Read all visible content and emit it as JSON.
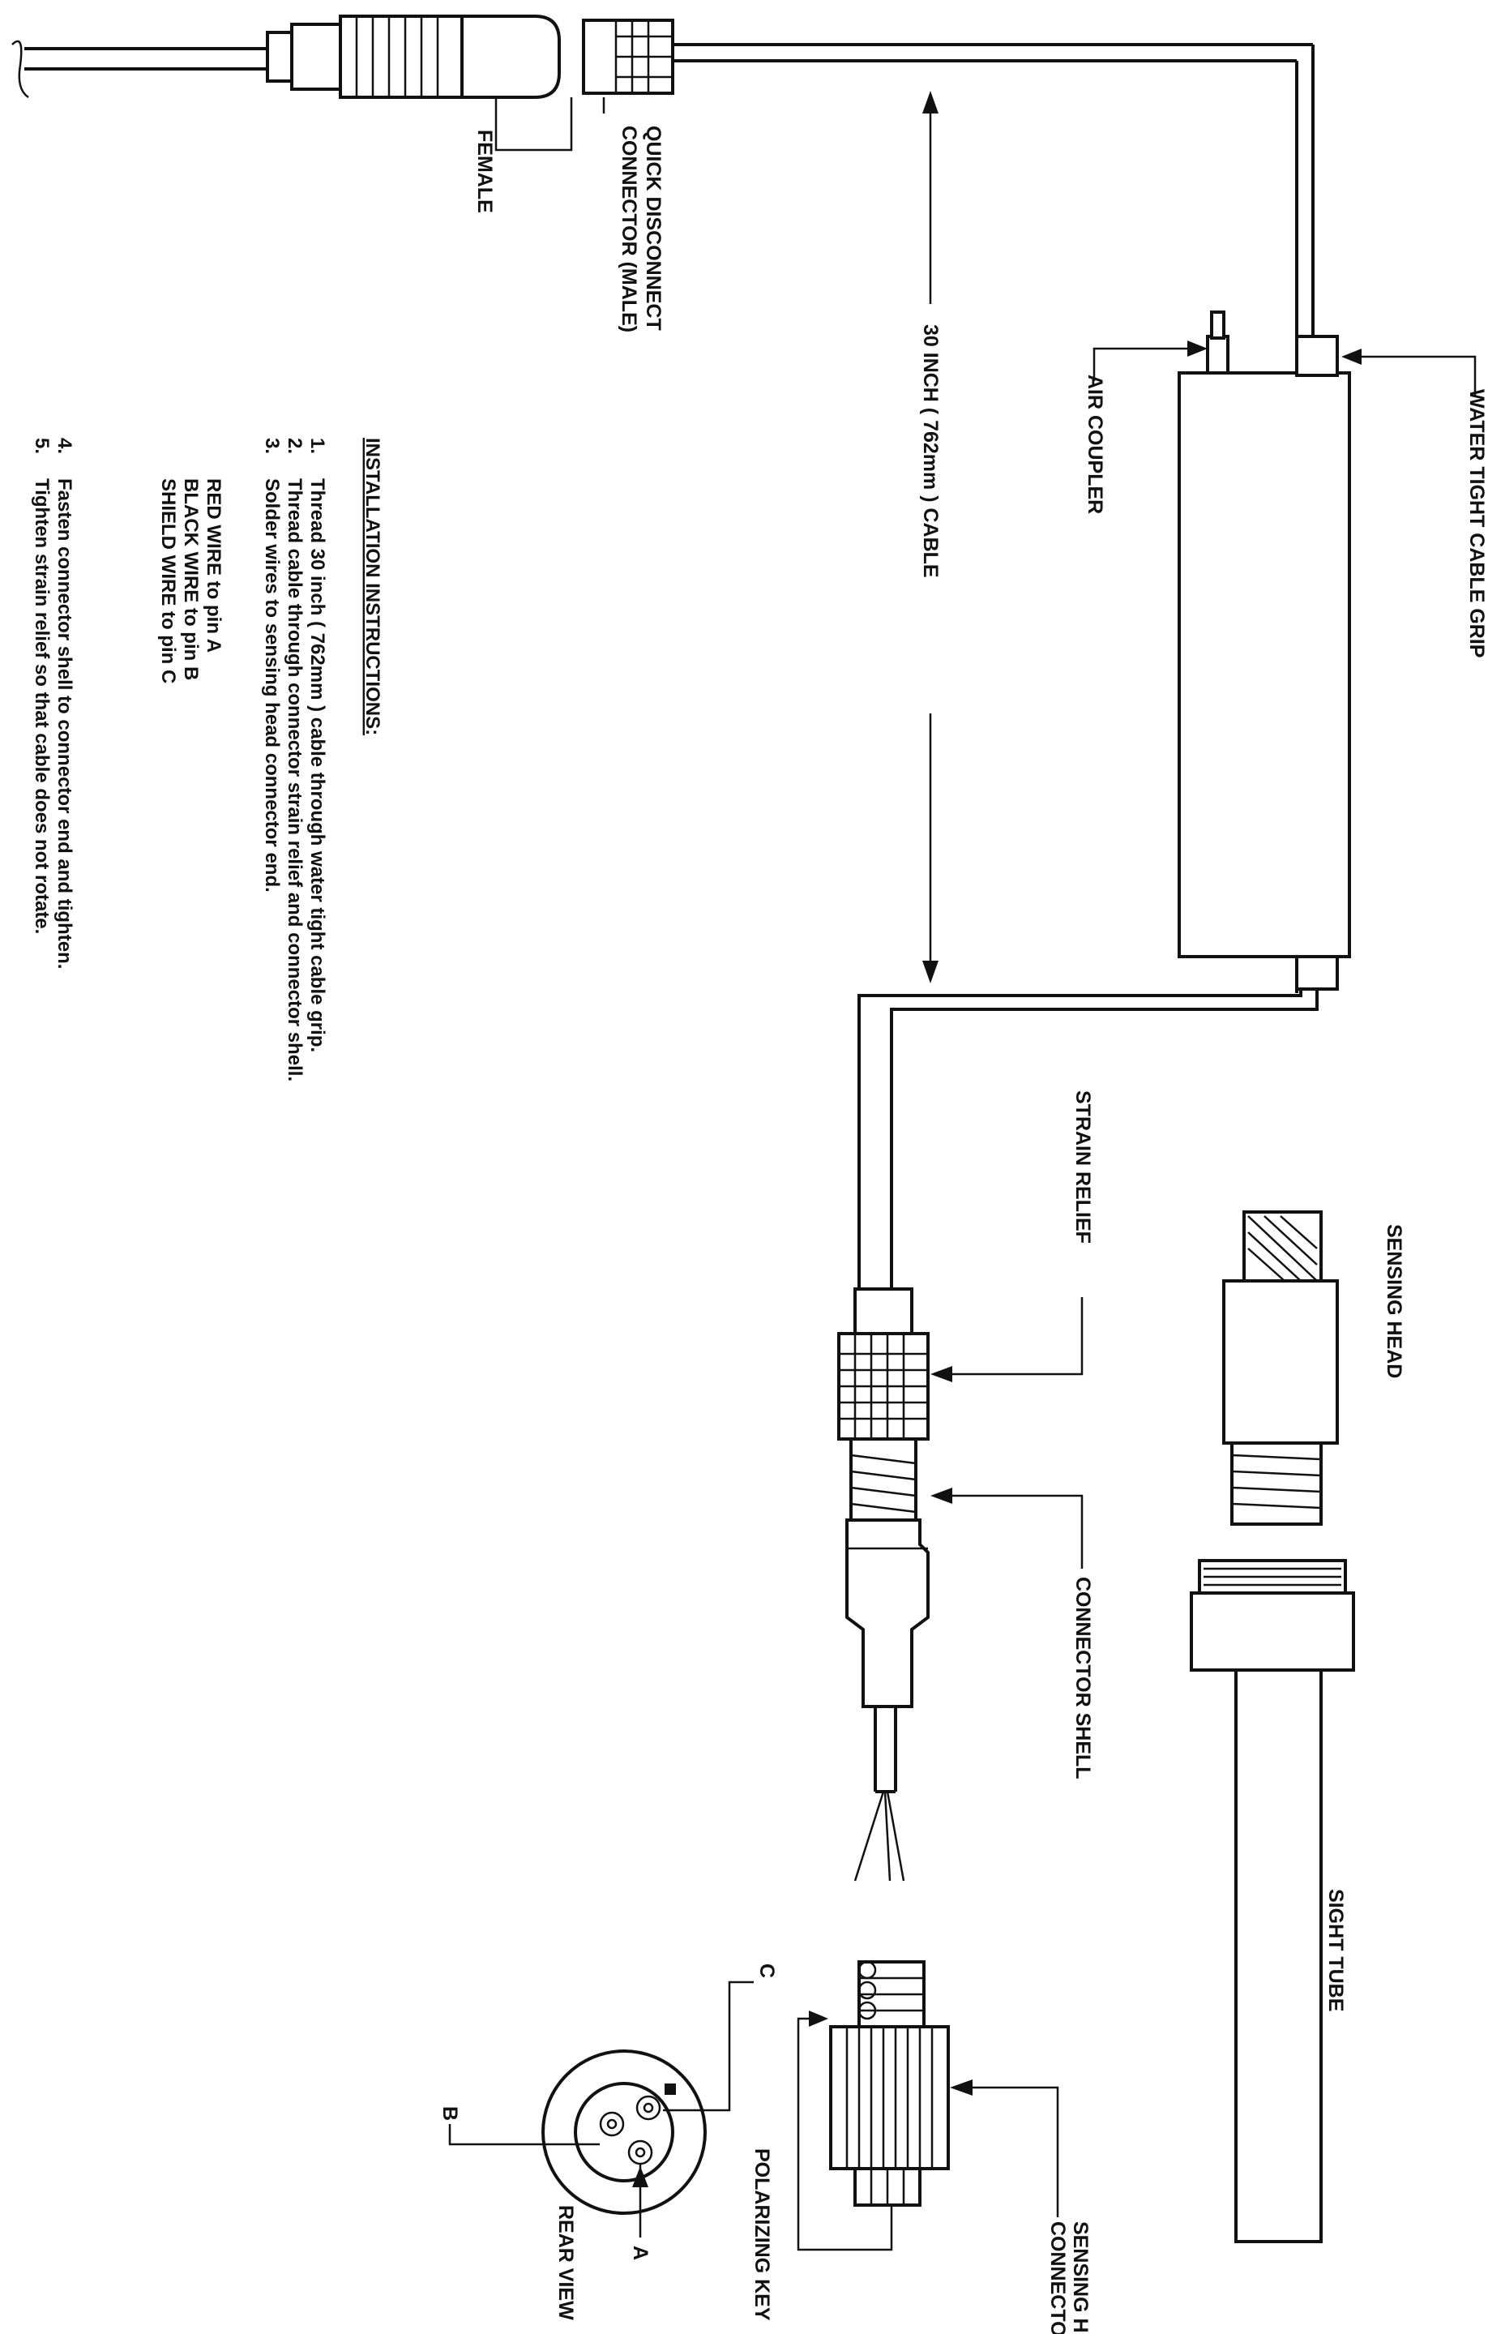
{
  "callouts": {
    "water_tight_cable_grip": "WATER TIGHT CABLE GRIP",
    "air_coupler": "AIR COUPLER",
    "cable_length": "30 INCH ( 762mm ) CABLE",
    "quick_disconnect_line1": "QUICK DISCONNECT",
    "quick_disconnect_line2": "CONNECTOR (MALE)",
    "female": "FEMALE",
    "strain_relief": "STRAIN RELIEF",
    "connector_shell": "CONNECTOR SHELL",
    "sensing_head": "SENSING HEAD",
    "sight_tube": "SIGHT TUBE",
    "sensing_head_connector_line1": "SENSING HEAD",
    "sensing_head_connector_line2": "CONNECTOR END",
    "polarizing_key": "POLARIZING KEY",
    "rear_view": "REAR VIEW",
    "pin_a": "A",
    "pin_b": "B",
    "pin_c": "C"
  },
  "instructions": {
    "heading": "INSTALLATION INSTRUCTIONS:",
    "steps": [
      {
        "num": "1.",
        "text": "Thread 30 inch ( 762mm ) cable through water tight cable grip."
      },
      {
        "num": "2.",
        "text": "Thread cable through connector strain relief and connector shell."
      },
      {
        "num": "3.",
        "text": "Solder wires to sensing head connector end."
      }
    ],
    "wiring": [
      "RED WIRE to pin A",
      "BLACK WIRE to pin B",
      "SHIELD WIRE to pin C"
    ],
    "later_steps": [
      {
        "num": "4.",
        "text": "Fasten connector shell to connector end and tighten."
      },
      {
        "num": "5.",
        "text": "Tighten strain relief so that cable does not rotate."
      }
    ]
  }
}
